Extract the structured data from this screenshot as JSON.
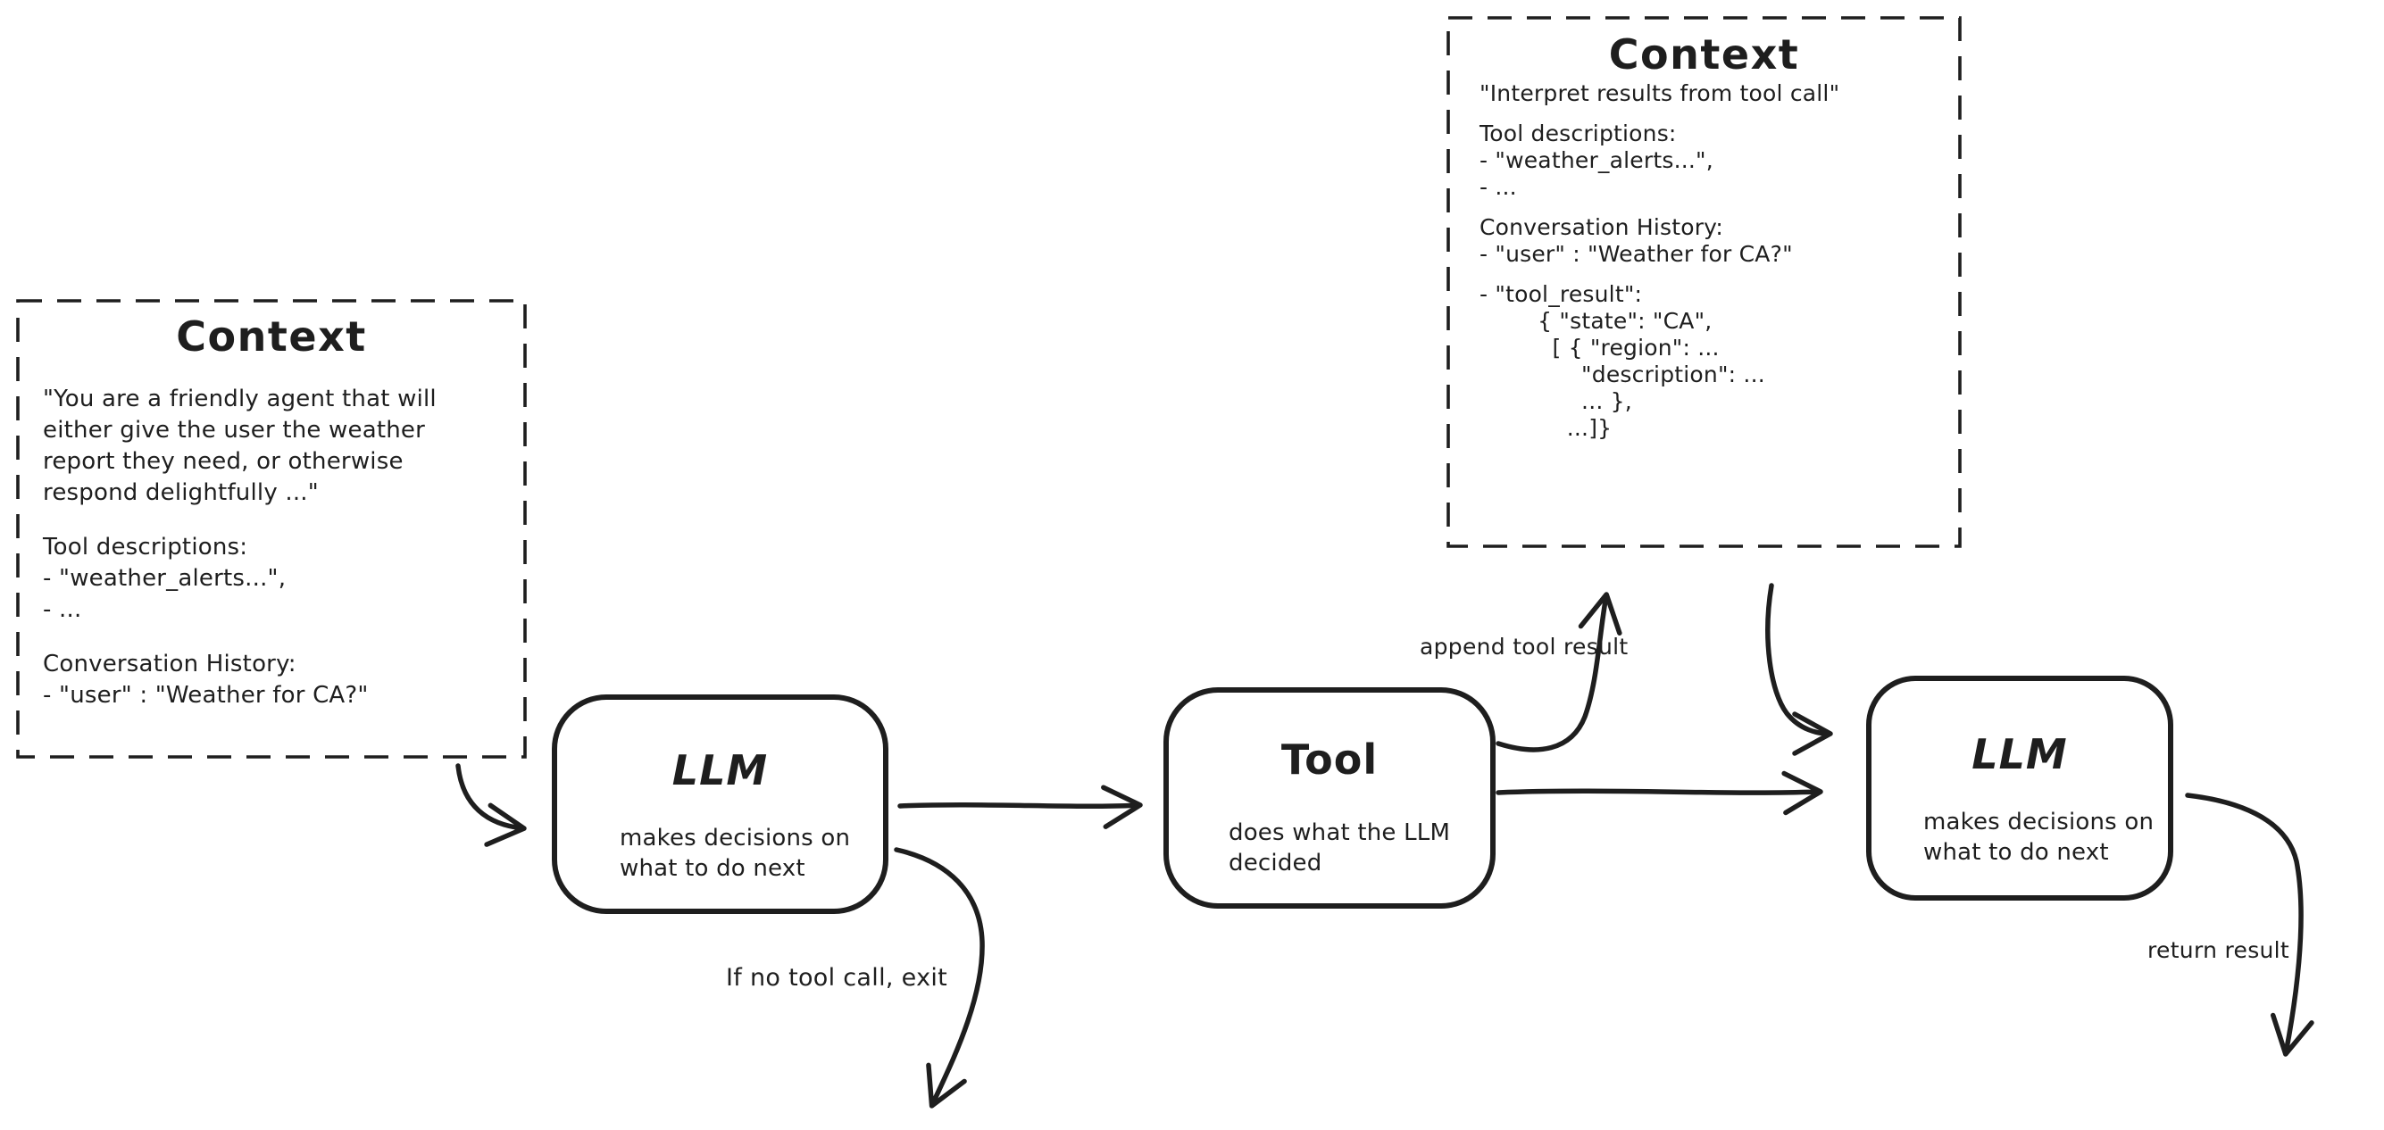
{
  "canvas": {
    "background_color": "#ffffff",
    "ink_color": "#1e1e1e",
    "style": "hand-drawn whiteboard diagram"
  },
  "context_left": {
    "title": "Context",
    "body": [
      "\"You are a friendly agent that will\neither give the user the weather\nreport they need, or otherwise\nrespond delightfully ...\"",
      "Tool descriptions:\n- \"weather_alerts...\",\n- ...",
      "Conversation History:\n- \"user\" : \"Weather for CA?\""
    ]
  },
  "context_top": {
    "title": "Context",
    "body": [
      "\"Interpret results from tool call\"",
      "Tool descriptions:\n- \"weather_alerts...\",\n- ...",
      "Conversation History:\n- \"user\" : \"Weather for CA?\"",
      "- \"tool_result\":\n        { \"state\": \"CA\",\n          [ { \"region\": ...\n              \"description\": ...\n              ... },\n            ...]}"
    ]
  },
  "nodes": {
    "llm1": {
      "title": "LLM",
      "subtitle": "makes decisions on\nwhat to do next"
    },
    "tool": {
      "title": "Tool",
      "subtitle": "does what the LLM\ndecided"
    },
    "llm2": {
      "title": "LLM",
      "subtitle": "makes decisions on\nwhat to do next"
    }
  },
  "edge_labels": {
    "append_tool_result": "append tool result",
    "if_no_tool_call_exit": "If no tool call, exit",
    "return_result": "return result"
  }
}
